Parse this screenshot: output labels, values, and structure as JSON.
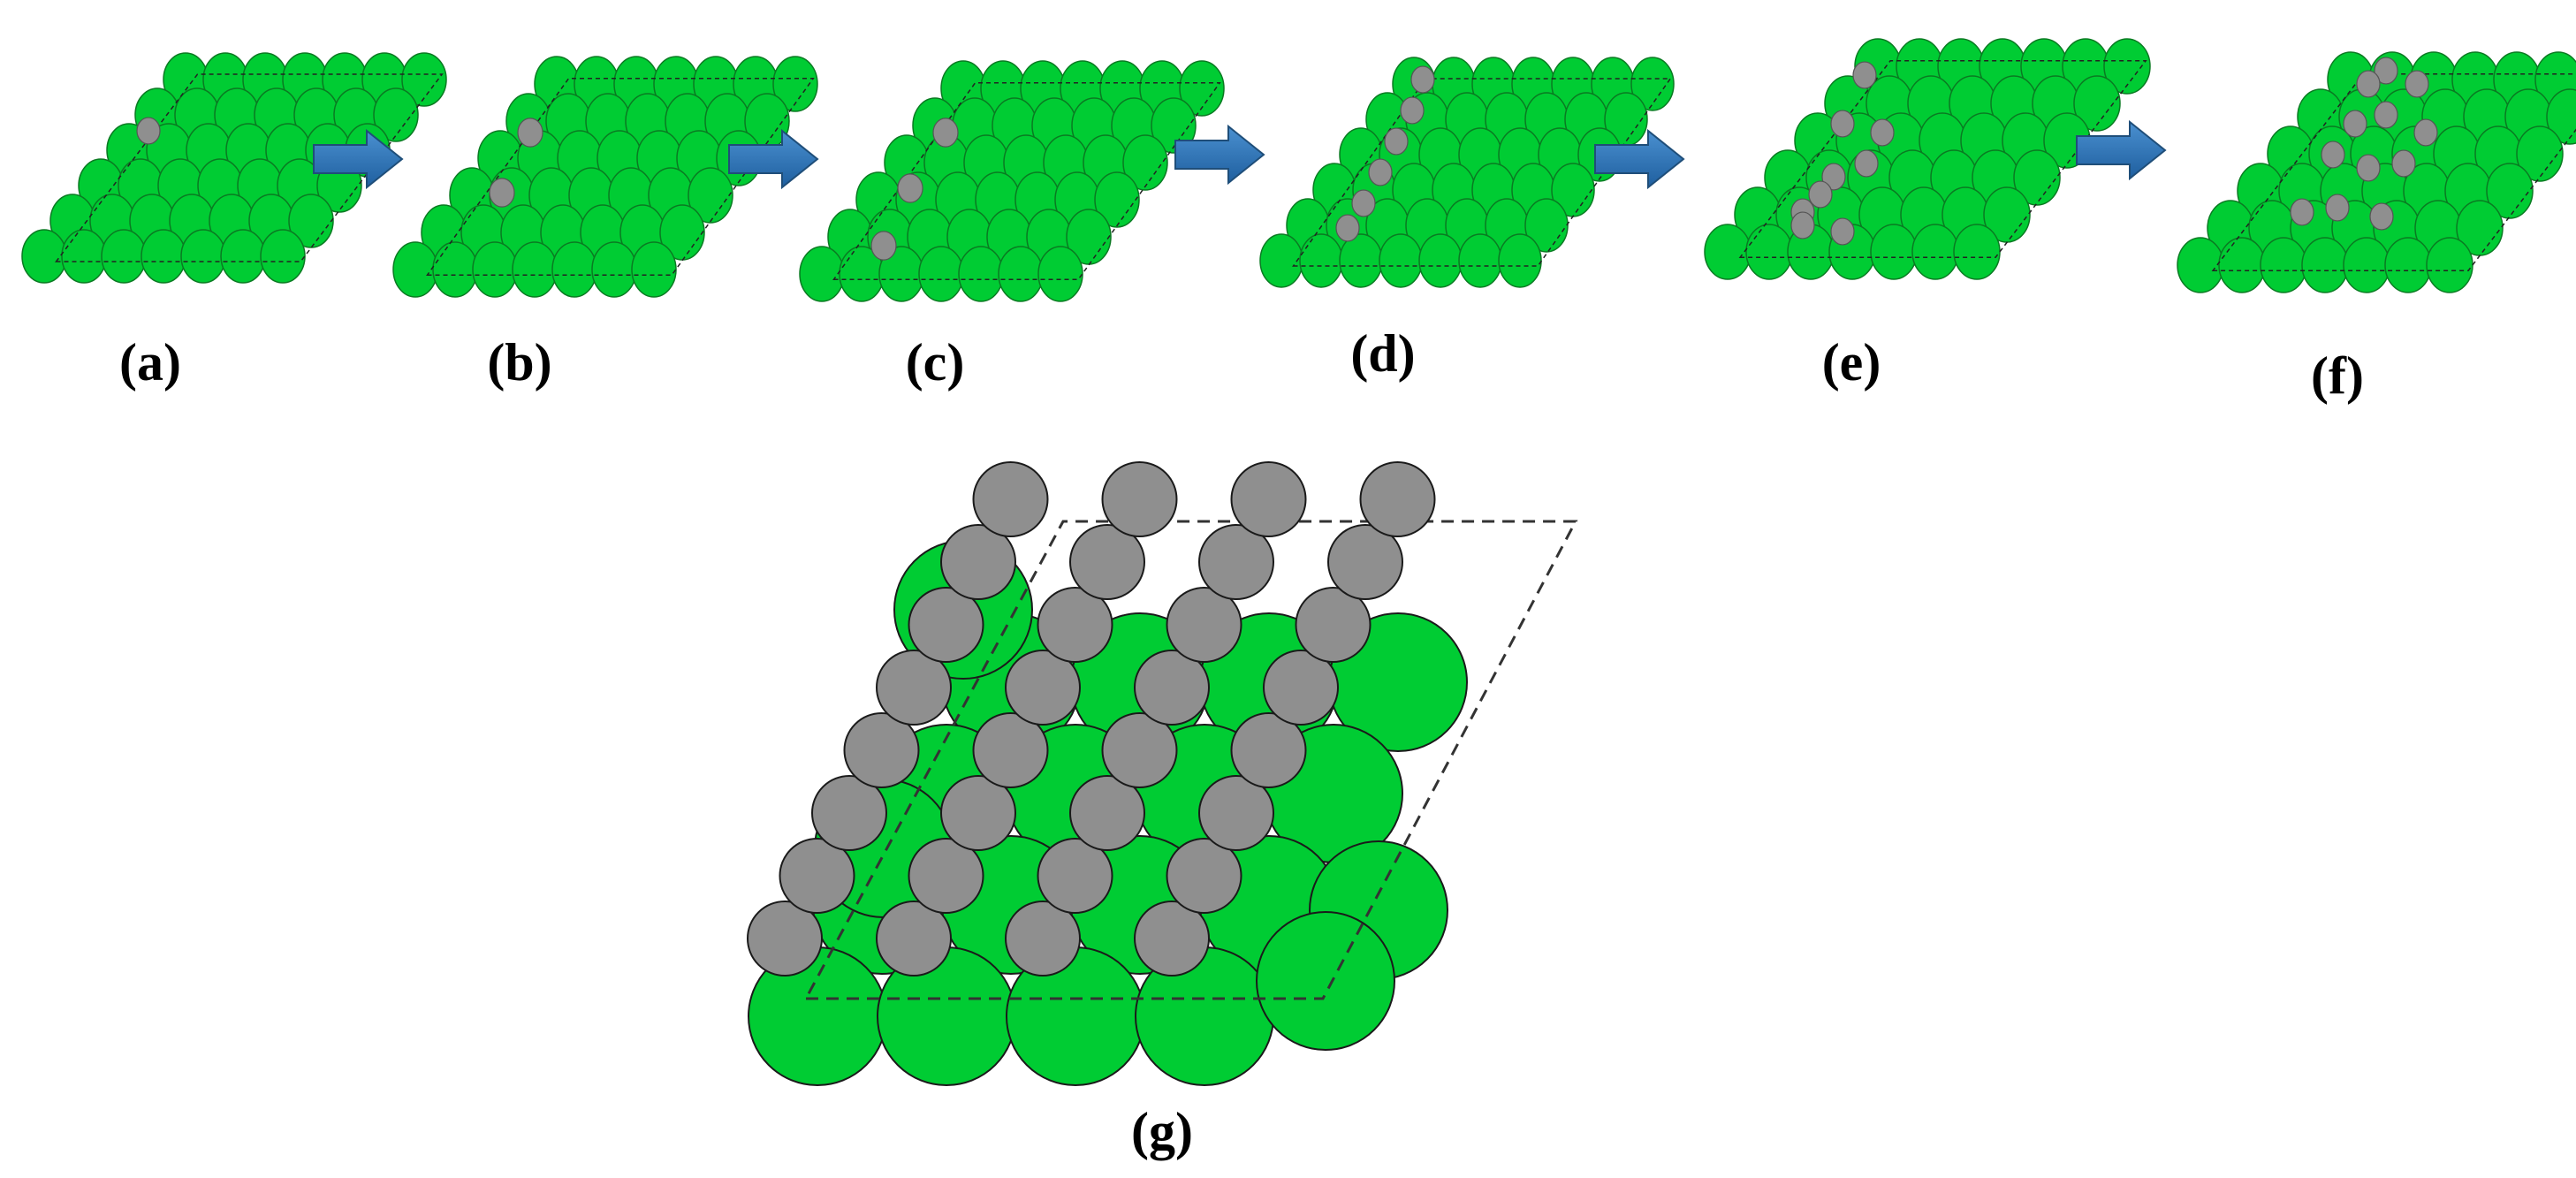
{
  "figure": {
    "panels": [
      {
        "id": "a",
        "label": "(a)",
        "adsorbates": 1
      },
      {
        "id": "b",
        "label": "(b)",
        "adsorbates": 2
      },
      {
        "id": "c",
        "label": "(c)",
        "adsorbates": 3
      },
      {
        "id": "d",
        "label": "(d)",
        "adsorbates": 6
      },
      {
        "id": "e",
        "label": "(e)",
        "adsorbates": 9
      },
      {
        "id": "f",
        "label": "(f)",
        "adsorbates": 12
      },
      {
        "id": "g",
        "label": "(g)",
        "adsorbates": 32
      }
    ],
    "colors": {
      "substrate": "#00cc33",
      "adsorbate": "#8f8f8f",
      "atom_outline": "#1a1a1a",
      "cell_outline": "#222222",
      "arrow": "#2e75b6",
      "arrow_edge": "#1f4e79"
    }
  }
}
